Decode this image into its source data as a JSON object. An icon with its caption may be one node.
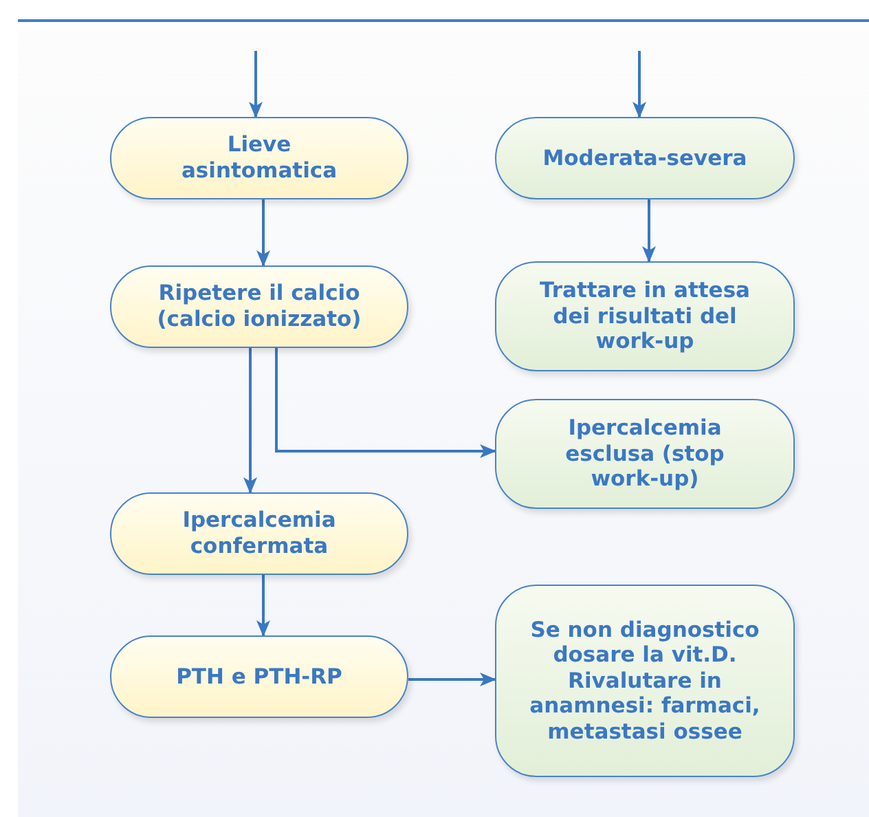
{
  "diagram": {
    "nodes": [
      {
        "text": [
          "Lieve asintomatica"
        ]
      },
      {
        "text": [
          "Moderata-severa"
        ]
      },
      {
        "text": [
          "Ripetere il calcio (calcio ionizzato)"
        ]
      },
      {
        "text": [
          "Trattare in attesa dei risultati del work-up"
        ]
      },
      {
        "text": [
          "Ipercalcemia esclusa (stop work-up)"
        ]
      },
      {
        "text": [
          "Ipercalcemia confermata"
        ]
      },
      {
        "text": [
          "PTH e PTH-RP"
        ]
      },
      {
        "text": [
          "Se non diagnostico dosare la vit.D. Rivalutare in anamnesi: farmaci, metastasi ossee"
        ]
      }
    ],
    "edges": [
      {
        "from": null,
        "to": 0,
        "arrow": "to"
      },
      {
        "from": null,
        "to": 1,
        "arrow": "to"
      },
      {
        "from": 0,
        "to": 2,
        "arrow": "to"
      },
      {
        "from": 1,
        "to": 3,
        "arrow": "to"
      },
      {
        "from": 2,
        "to": 5,
        "arrow": "to"
      },
      {
        "from": 2,
        "to": 4,
        "arrow": "to"
      },
      {
        "from": 5,
        "to": 6,
        "arrow": "to"
      },
      {
        "from": 6,
        "to": 7,
        "arrow": "to"
      }
    ]
  }
}
